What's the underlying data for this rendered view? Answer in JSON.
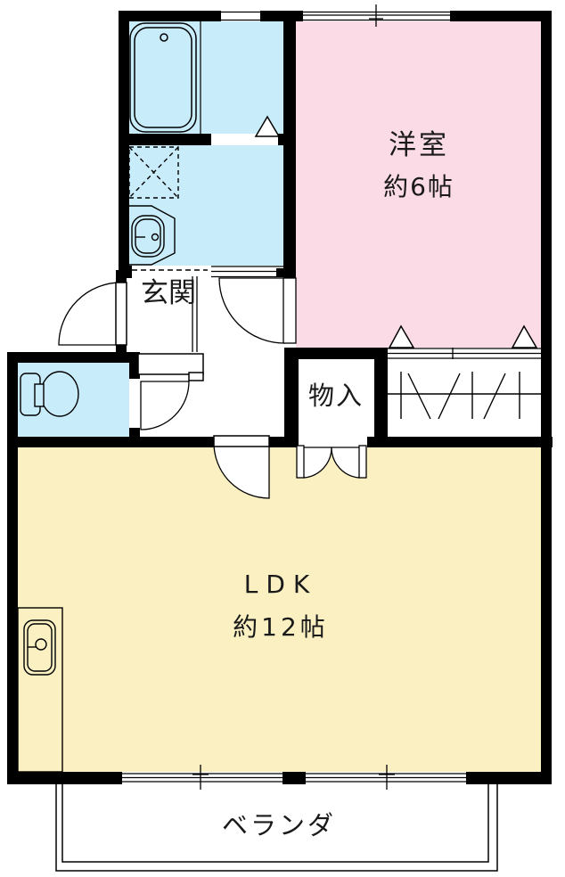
{
  "plan": {
    "title": "apartment-floor-plan",
    "rooms": {
      "western_room": {
        "label": "洋室",
        "size_label": "約6帖",
        "color": "#fbdce6"
      },
      "ldk": {
        "label": "LDK",
        "size_label": "約12帖",
        "color": "#faf0c2"
      },
      "genkan": {
        "label": "玄関",
        "color": "#ffffff"
      },
      "storage": {
        "label": "物入",
        "color": "#ffffff"
      },
      "veranda": {
        "label": "ベランダ",
        "color": "#ffffff"
      },
      "bathroom": {
        "color": "#c9ecfa"
      },
      "washroom": {
        "color": "#c9ecfa"
      },
      "toilet": {
        "color": "#c9ecfa"
      }
    },
    "colors": {
      "wall": "#000000",
      "line": "#000000",
      "background": "#ffffff"
    }
  }
}
